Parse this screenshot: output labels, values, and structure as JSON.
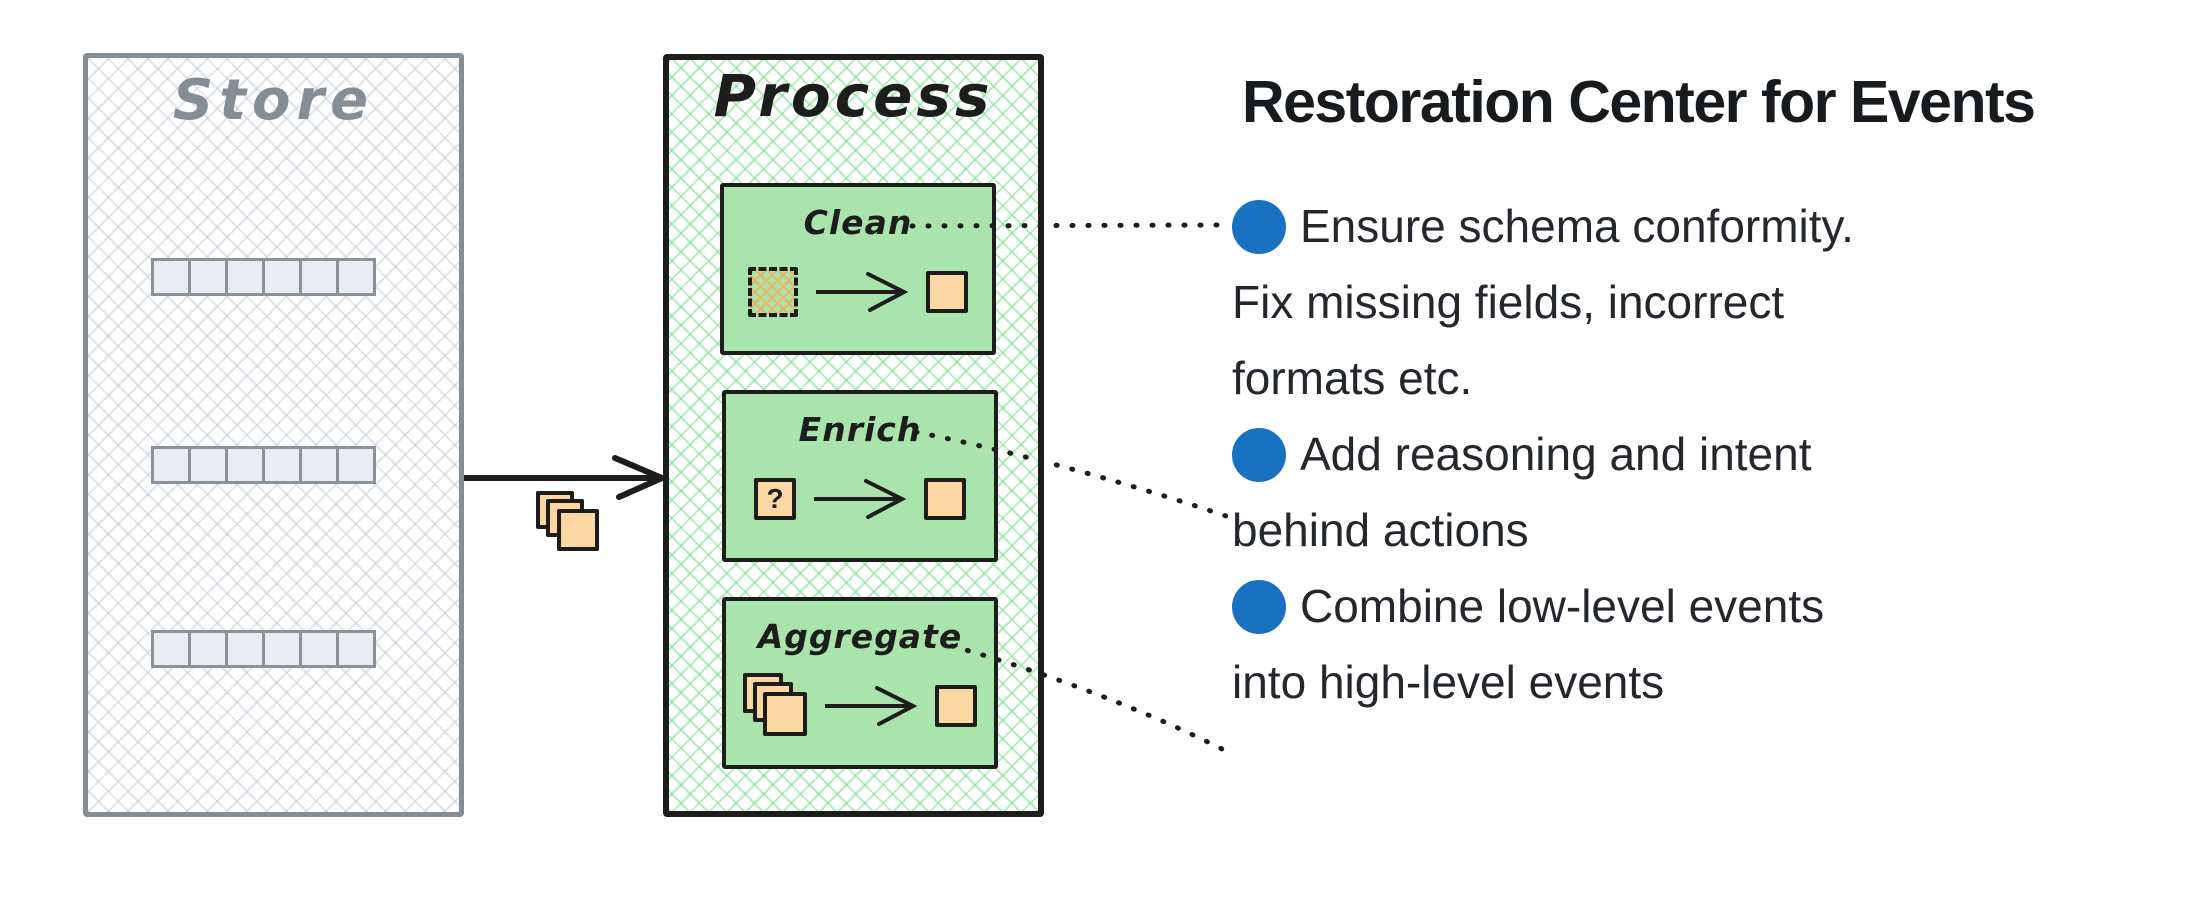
{
  "store": {
    "title": "Store",
    "row_count": 3,
    "cells_per_row": 6
  },
  "process": {
    "title": "Process",
    "steps": [
      {
        "label": "Clean",
        "input_icon": "dirty-event-square",
        "output_icon": "event-square"
      },
      {
        "label": "Enrich",
        "input_glyph": "?",
        "input_icon": "unknown-event-square",
        "output_icon": "event-square"
      },
      {
        "label": "Aggregate",
        "input_icon": "event-stack",
        "output_icon": "event-square"
      }
    ]
  },
  "flow": {
    "between_icon": "event-stack"
  },
  "notes": {
    "title": "Restoration Center for Events",
    "items": [
      {
        "lines": [
          "Ensure schema conformity.",
          "Fix missing fields, incorrect",
          "formats etc."
        ]
      },
      {
        "lines": [
          "Add reasoning and intent",
          "behind actions"
        ]
      },
      {
        "lines": [
          "Combine low-level events",
          "into high-level events"
        ]
      }
    ]
  },
  "colors": {
    "bullet_blue": "#1971c2",
    "process_green": "#a9e4ac",
    "event_orange": "#fbd8a3",
    "store_gray": "#858e96",
    "ink": "#1d1d1d"
  }
}
